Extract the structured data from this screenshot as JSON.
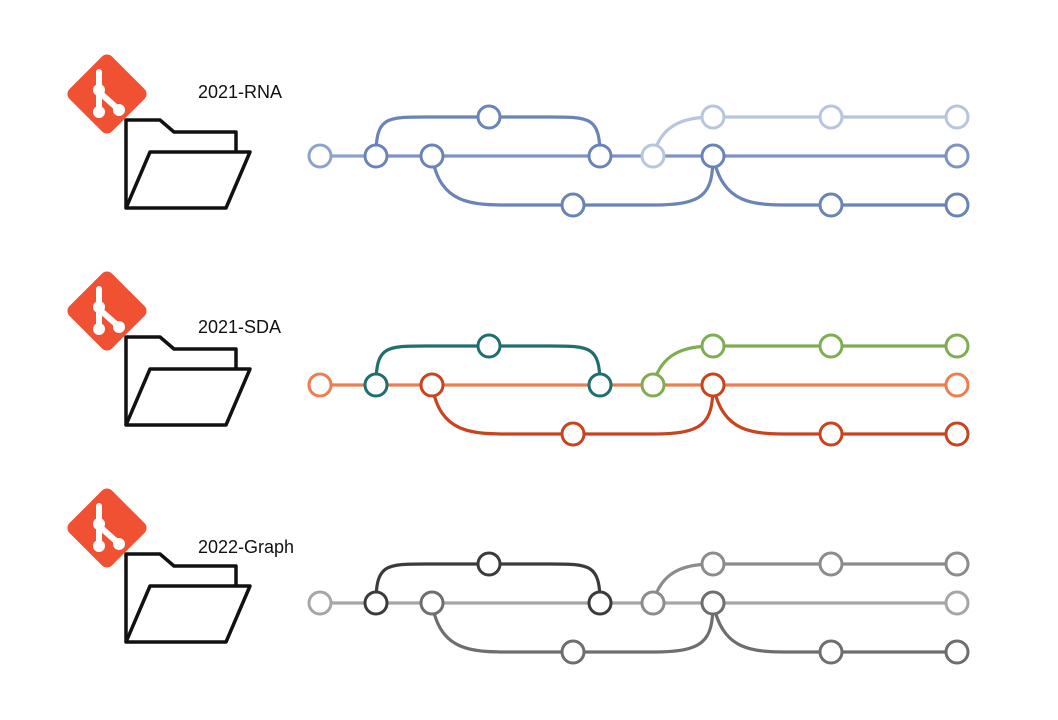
{
  "repos": [
    {
      "label": "2021-RNA",
      "colors": {
        "trunk": "#8ea3cb",
        "top": "#6b84b8",
        "next_top": "#b7c6de",
        "main": "#7d93c2",
        "bottom": "#6b84b8",
        "trunk_start": "#8ea3cb",
        "merge_node": "#6b84b8"
      }
    },
    {
      "label": "2021-SDA",
      "colors": {
        "trunk": "#ee7d4f",
        "top": "#1f6f6f",
        "next_top": "#7fae52",
        "main": "#ee7d4f",
        "bottom": "#c9431f",
        "trunk_start": "#ee7d4f",
        "merge_node": "#c9431f"
      }
    },
    {
      "label": "2022-Graph",
      "colors": {
        "trunk": "#9a9a9a",
        "top": "#3b3b3b",
        "next_top": "#8c8c8c",
        "main": "#a6a6a6",
        "bottom": "#6e6e6e",
        "trunk_start": "#a6a6a6",
        "merge_node": "#6e6e6e"
      }
    }
  ],
  "icons": {
    "git_logo": "git-logo-icon",
    "folder": "open-folder-icon",
    "git_color": "#f05133"
  }
}
